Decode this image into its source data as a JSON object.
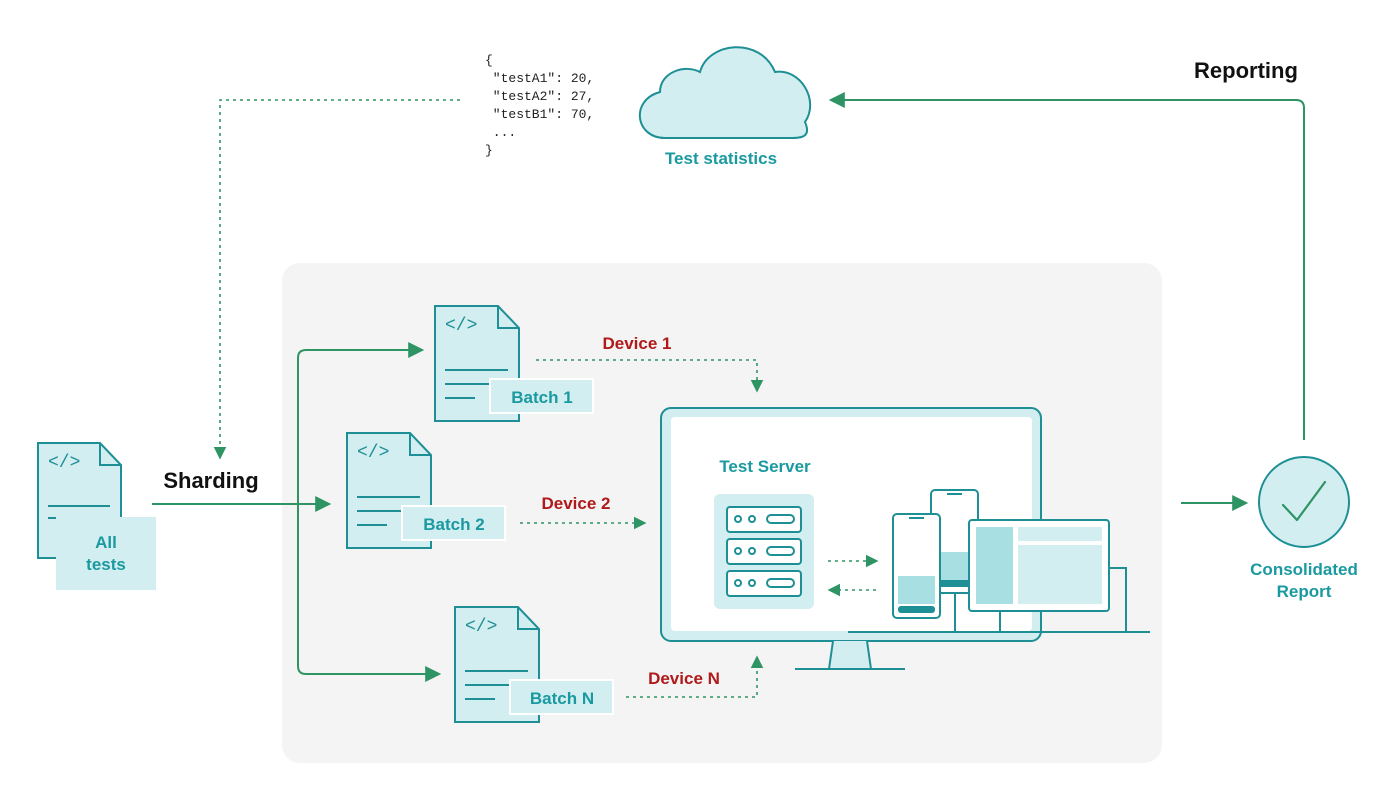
{
  "stats": {
    "label": "Test statistics",
    "json_lines": [
      "{",
      " \"testA1\": 20,",
      " \"testA2\": 27,",
      " \"testB1\": 70,",
      " ...",
      "}"
    ]
  },
  "labels": {
    "reporting": "Reporting",
    "sharding": "Sharding",
    "all_tests_line1": "All",
    "all_tests_line2": "tests",
    "test_server": "Test Server",
    "report_line1": "Consolidated",
    "report_line2": "Report"
  },
  "batches": [
    {
      "label": "Batch 1",
      "device": "Device 1"
    },
    {
      "label": "Batch 2",
      "device": "Device 2"
    },
    {
      "label": "Batch N",
      "device": "Device N"
    }
  ],
  "colors": {
    "teal_stroke": "#1e8f95",
    "teal_fill": "#d3eef0",
    "green_arrow": "#2e9464",
    "device_red": "#b01a1a",
    "panel_bg": "#f4f4f4"
  }
}
